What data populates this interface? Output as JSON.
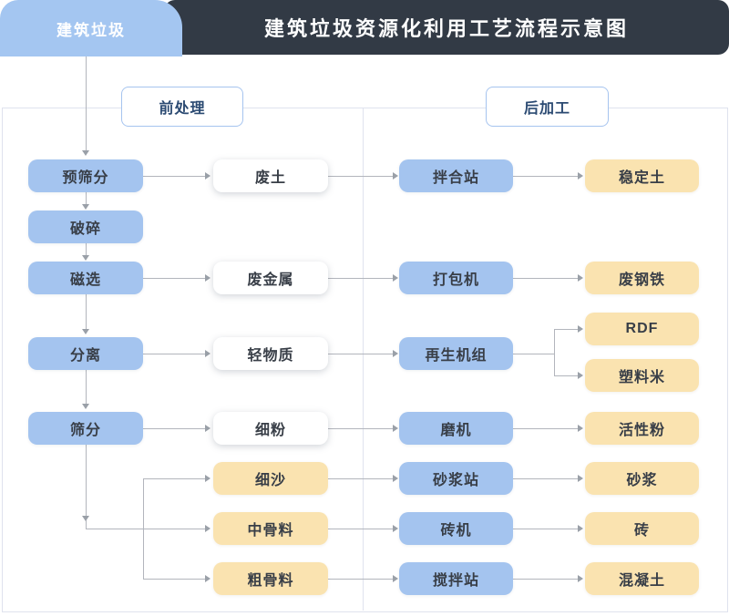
{
  "header": {
    "tab_label": "建筑垃圾",
    "title": "建筑垃圾资源化利用工艺流程示意图"
  },
  "sections": {
    "pre": "前处理",
    "post": "后加工"
  },
  "nodes": {
    "pre_screening": {
      "label": "预筛分",
      "type": "process"
    },
    "crushing": {
      "label": "破碎",
      "type": "process"
    },
    "magnetic_separation": {
      "label": "磁选",
      "type": "process"
    },
    "separation": {
      "label": "分离",
      "type": "process"
    },
    "screening": {
      "label": "筛分",
      "type": "process"
    },
    "waste_soil": {
      "label": "废土",
      "type": "intermediate"
    },
    "waste_metal": {
      "label": "废金属",
      "type": "intermediate"
    },
    "light_material": {
      "label": "轻物质",
      "type": "intermediate"
    },
    "fine_powder": {
      "label": "细粉",
      "type": "intermediate"
    },
    "fine_sand": {
      "label": "细沙",
      "type": "product"
    },
    "medium_aggregate": {
      "label": "中骨料",
      "type": "product"
    },
    "coarse_aggregate": {
      "label": "粗骨料",
      "type": "product"
    },
    "mixing_station": {
      "label": "拌合站",
      "type": "process"
    },
    "baler": {
      "label": "打包机",
      "type": "process"
    },
    "regeneration_unit": {
      "label": "再生机组",
      "type": "process"
    },
    "mill": {
      "label": "磨机",
      "type": "process"
    },
    "mortar_station": {
      "label": "砂浆站",
      "type": "process"
    },
    "brick_machine": {
      "label": "砖机",
      "type": "process"
    },
    "agitating_station": {
      "label": "搅拌站",
      "type": "process"
    },
    "stabilized_soil": {
      "label": "稳定土",
      "type": "product"
    },
    "scrap_steel": {
      "label": "废钢铁",
      "type": "product"
    },
    "rdf": {
      "label": "RDF",
      "type": "product"
    },
    "plastic_pellets": {
      "label": "塑料米",
      "type": "product"
    },
    "active_powder": {
      "label": "活性粉",
      "type": "product"
    },
    "mortar": {
      "label": "砂浆",
      "type": "product"
    },
    "brick": {
      "label": "砖",
      "type": "product"
    },
    "concrete": {
      "label": "混凝土",
      "type": "product"
    }
  },
  "edges": [
    {
      "from": "建筑垃圾",
      "to": "预筛分"
    },
    {
      "from": "预筛分",
      "to": "废土"
    },
    {
      "from": "预筛分",
      "to": "破碎"
    },
    {
      "from": "破碎",
      "to": "磁选"
    },
    {
      "from": "磁选",
      "to": "废金属"
    },
    {
      "from": "磁选",
      "to": "分离"
    },
    {
      "from": "分离",
      "to": "轻物质"
    },
    {
      "from": "分离",
      "to": "筛分"
    },
    {
      "from": "筛分",
      "to": "细粉"
    },
    {
      "from": "筛分",
      "to": "细沙"
    },
    {
      "from": "筛分",
      "to": "中骨料"
    },
    {
      "from": "筛分",
      "to": "粗骨料"
    },
    {
      "from": "废土",
      "to": "拌合站"
    },
    {
      "from": "拌合站",
      "to": "稳定土"
    },
    {
      "from": "废金属",
      "to": "打包机"
    },
    {
      "from": "打包机",
      "to": "废钢铁"
    },
    {
      "from": "轻物质",
      "to": "再生机组"
    },
    {
      "from": "再生机组",
      "to": "RDF"
    },
    {
      "from": "再生机组",
      "to": "塑料米"
    },
    {
      "from": "细粉",
      "to": "磨机"
    },
    {
      "from": "磨机",
      "to": "活性粉"
    },
    {
      "from": "细沙",
      "to": "砂浆站"
    },
    {
      "from": "砂浆站",
      "to": "砂浆"
    },
    {
      "from": "中骨料",
      "to": "砖机"
    },
    {
      "from": "砖机",
      "to": "砖"
    },
    {
      "from": "粗骨料",
      "to": "搅拌站"
    },
    {
      "from": "搅拌站",
      "to": "混凝土"
    }
  ],
  "colors": {
    "tab_bg": "#a4c6f1",
    "title_bar_bg": "#323a45",
    "process_fill": "#a4c4ef",
    "product_fill": "#fae3b0",
    "intermediate_fill": "#ffffff",
    "connector": "#b2b5bc",
    "section_border": "#a6c4ef",
    "section_text": "#2b4a72",
    "node_text": "#383e47",
    "panel_border": "#dfe2ee"
  }
}
